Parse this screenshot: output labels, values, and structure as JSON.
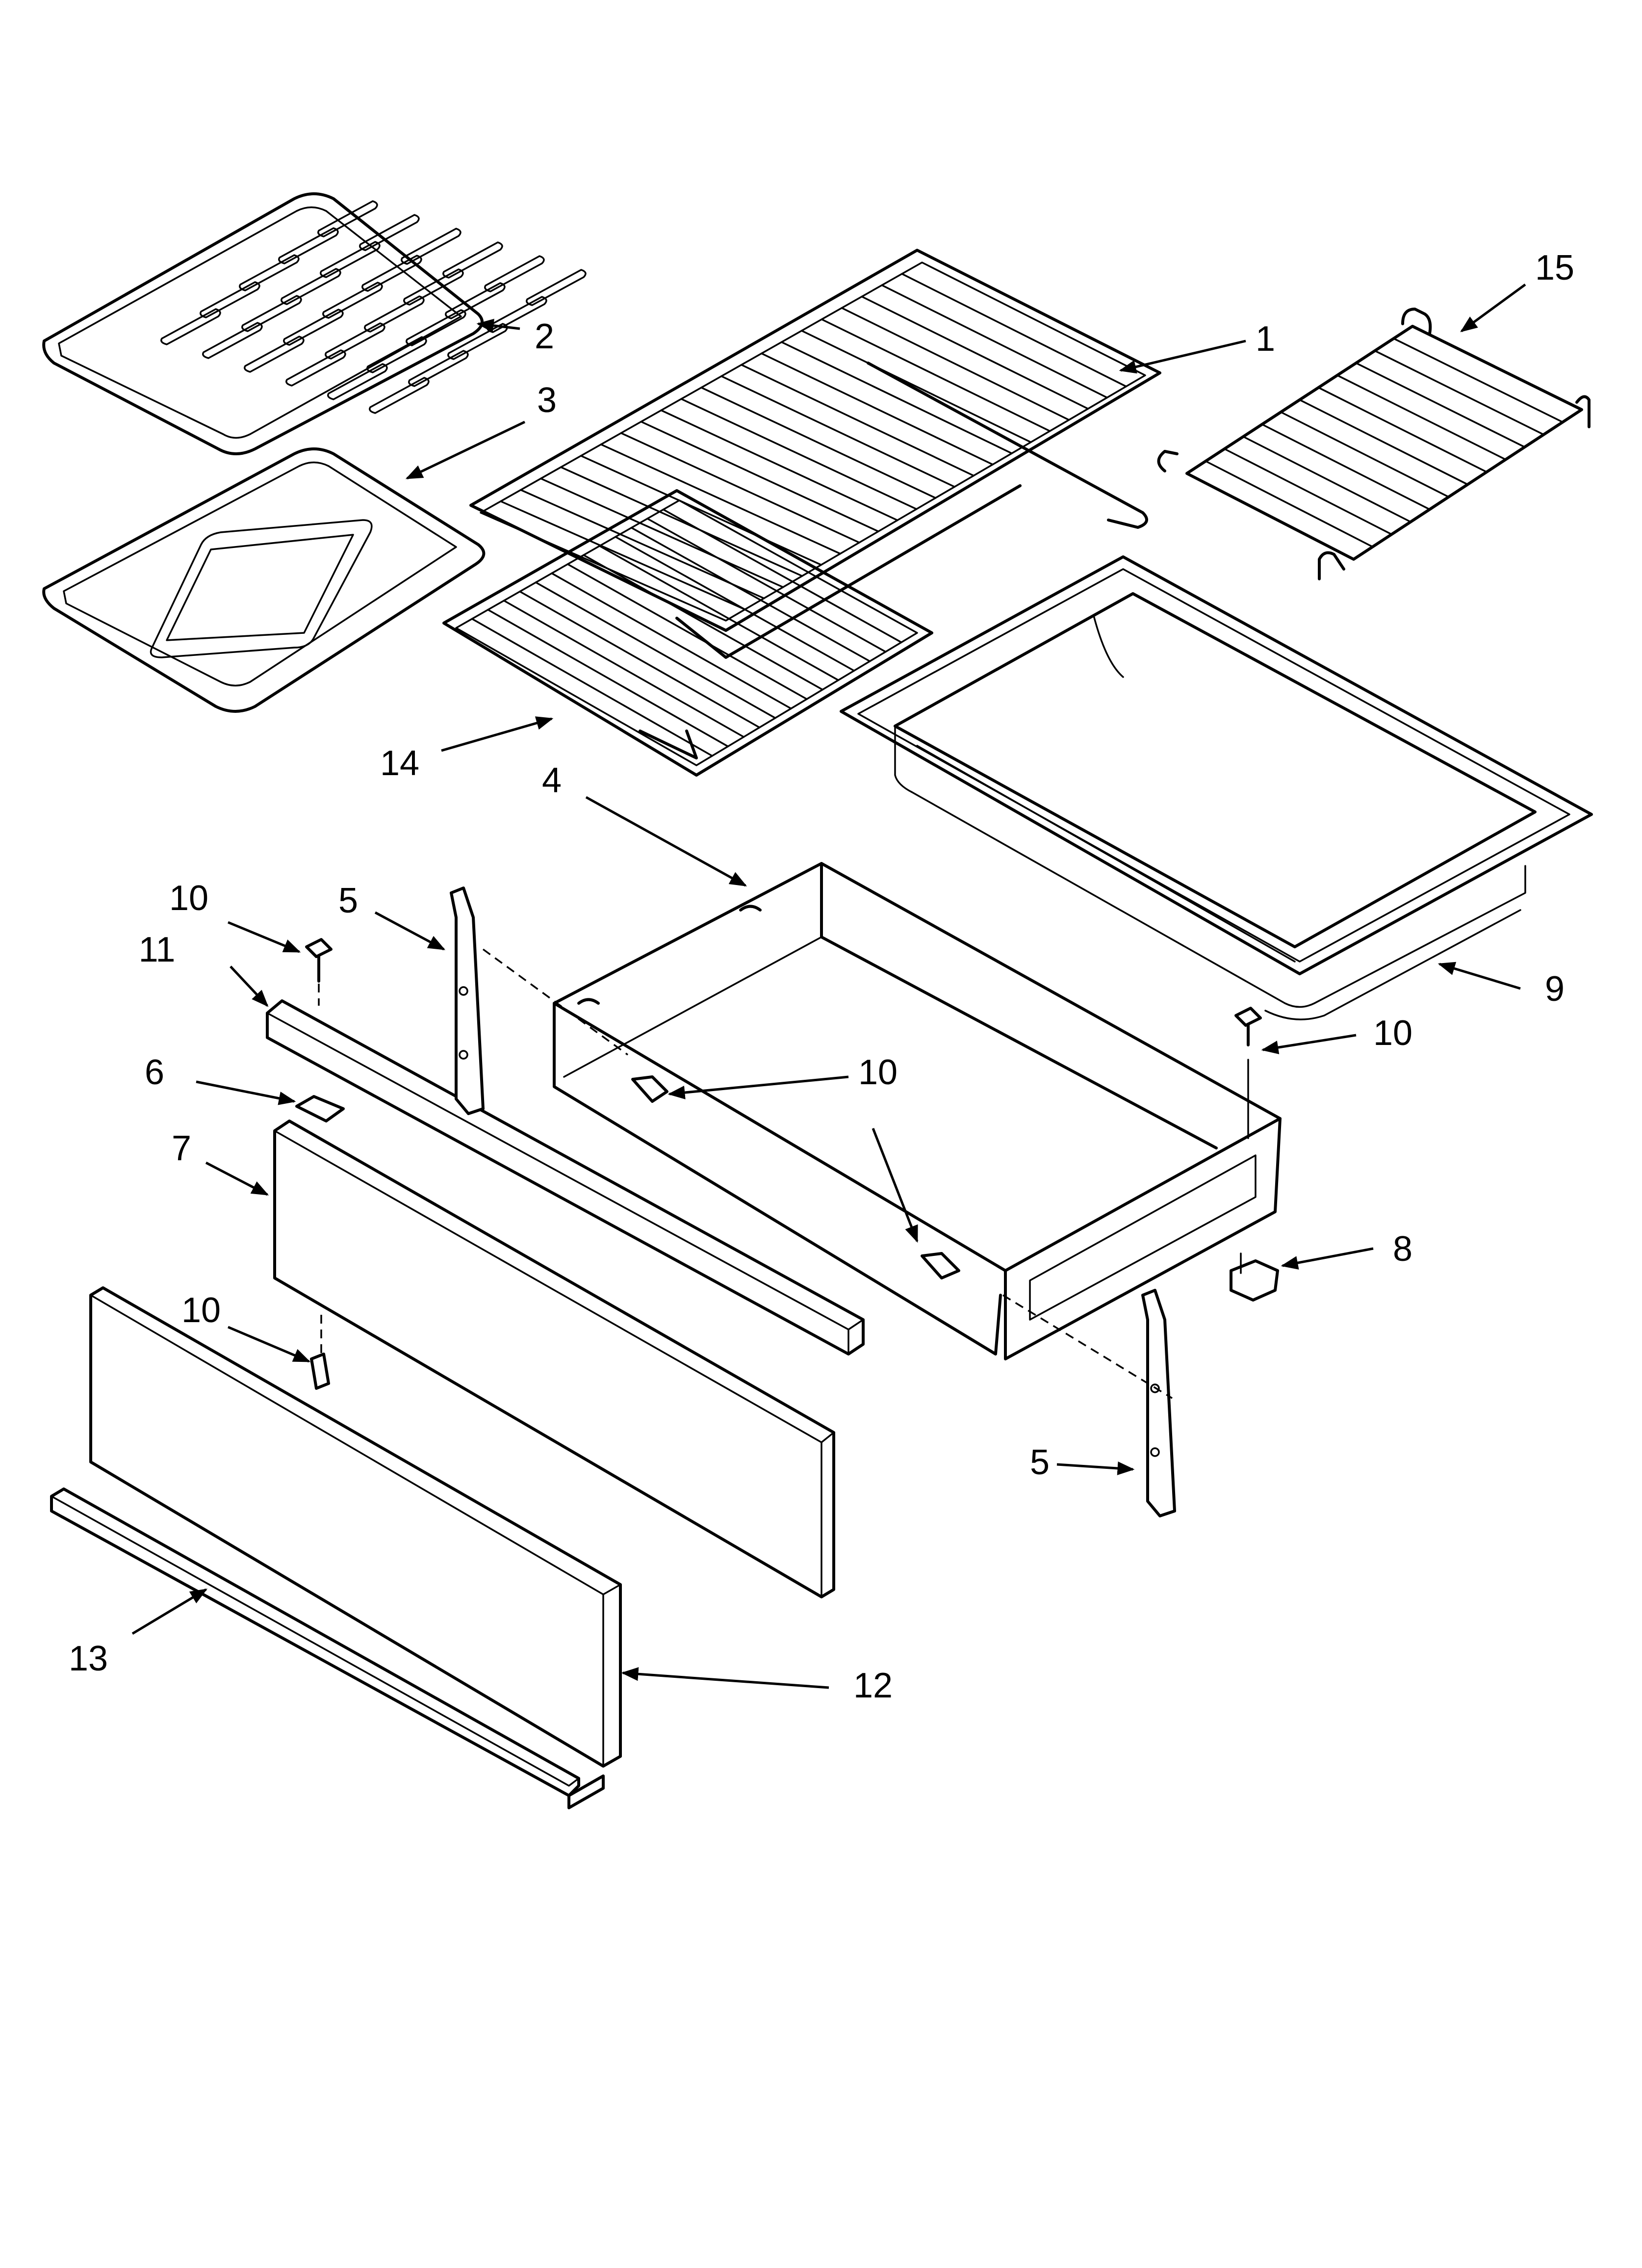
{
  "callouts": {
    "c1": "1",
    "c2": "2",
    "c3": "3",
    "c4": "4",
    "c5a": "5",
    "c5b": "5",
    "c6": "6",
    "c7": "7",
    "c8": "8",
    "c9": "9",
    "c10a": "10",
    "c10b": "10",
    "c10c": "10",
    "c10d": "10",
    "c11": "11",
    "c12": "12",
    "c13": "13",
    "c14": "14",
    "c15": "15"
  }
}
